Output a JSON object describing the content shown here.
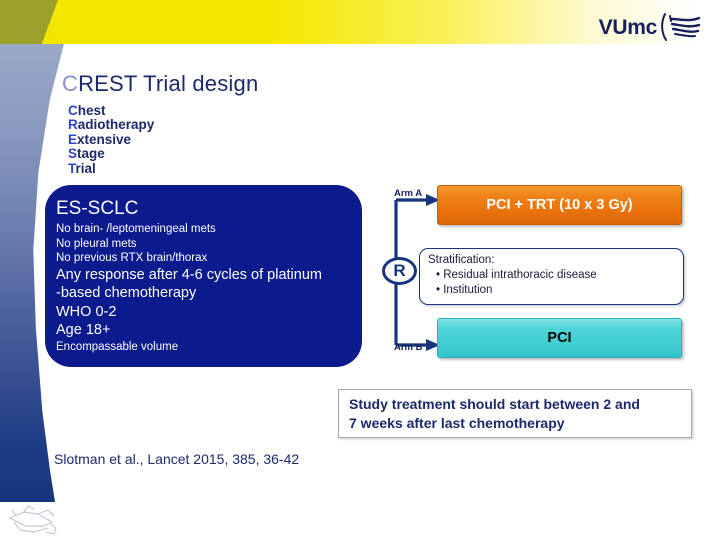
{
  "header": {
    "logo_text": "VUmc",
    "logo_mark": "swoosh-mark"
  },
  "title": {
    "lead_letter": "C",
    "rest": "REST Trial design"
  },
  "acronym": [
    {
      "key": "C",
      "rest": "hest"
    },
    {
      "key": "R",
      "rest": "adiotherapy"
    },
    {
      "key": "E",
      "rest": "xtensive"
    },
    {
      "key": "S",
      "rest": "tage"
    },
    {
      "key": "T",
      "rest": "rial"
    }
  ],
  "eligibility": {
    "heading": "ES-SCLC",
    "small_lines": [
      "No brain- /leptomeningeal mets",
      "No pleural mets",
      "No previous RTX brain/thorax"
    ],
    "medium_lines": [
      "Any response after 4-6 cycles of platinum",
      "-based chemotherapy",
      "WHO 0-2",
      "Age 18+"
    ],
    "last_small_line": "Encompassable volume"
  },
  "randomization": {
    "node_label": "R",
    "arm_a_label": "Arm A",
    "arm_b_label": "Arm B"
  },
  "arms": {
    "arm_a_treatment": "PCI + TRT (10 x 3 Gy)",
    "arm_b_treatment": "PCI"
  },
  "stratification": {
    "heading": "Stratification:",
    "items": [
      "• Residual intrathoracic disease",
      "• Institution"
    ]
  },
  "note": {
    "line1": "Study treatment should start between 2 and",
    "line2": "7 weeks after last chemotherapy"
  },
  "citation": "Slotman et al., Lancet 2015, 385, 36-42",
  "colors": {
    "header_yellow": "#f2e600",
    "header_olive": "#9aa02a",
    "navy": "#1b2a6b",
    "deep_blue_box": "#0b1a8c",
    "accent_blue": "#3344cc",
    "arm_a_orange": "#e8700b",
    "arm_b_cyan": "#3fcdd2",
    "connector_navy": "#16357e"
  }
}
